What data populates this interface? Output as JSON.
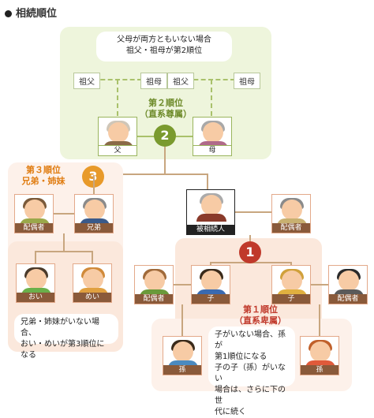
{
  "title": "相続順位",
  "grandparents_note": [
    "父母が両方ともいない場合",
    "祖父・祖母が第2順位"
  ],
  "grandparents": [
    "祖父",
    "祖母",
    "祖父",
    "祖母"
  ],
  "rank2": {
    "number": "2",
    "line1": "第２順位",
    "line2": "（直系尊属）",
    "color": "#7a9a2e"
  },
  "parents": {
    "father": "父",
    "mother": "母"
  },
  "rank3": {
    "number": "3",
    "line1": "第３順位",
    "line2": "兄弟・姉妹",
    "color": "#e89a2a"
  },
  "sibling_side": {
    "spouse": "配偶者",
    "sibling": "兄弟"
  },
  "nephews": [
    "おい",
    "めい"
  ],
  "rank3_note": [
    "兄弟・姉妹がいない場合、",
    "おい・めいが第3順位になる"
  ],
  "deceased": "被相続人",
  "deceased_spouse": "配偶者",
  "rank1": {
    "number": "1",
    "line1": "第１順位",
    "line2": "（直系卑属）",
    "color": "#c0392b"
  },
  "children_row": [
    "配偶者",
    "子",
    "子",
    "配偶者"
  ],
  "grandchildren": [
    "孫",
    "孫"
  ],
  "rank1_note": [
    "子がいない場合、孫が",
    "第1順位になる",
    "子の子（孫）がいない",
    "場合は、さらに下の世",
    "代に続く"
  ]
}
